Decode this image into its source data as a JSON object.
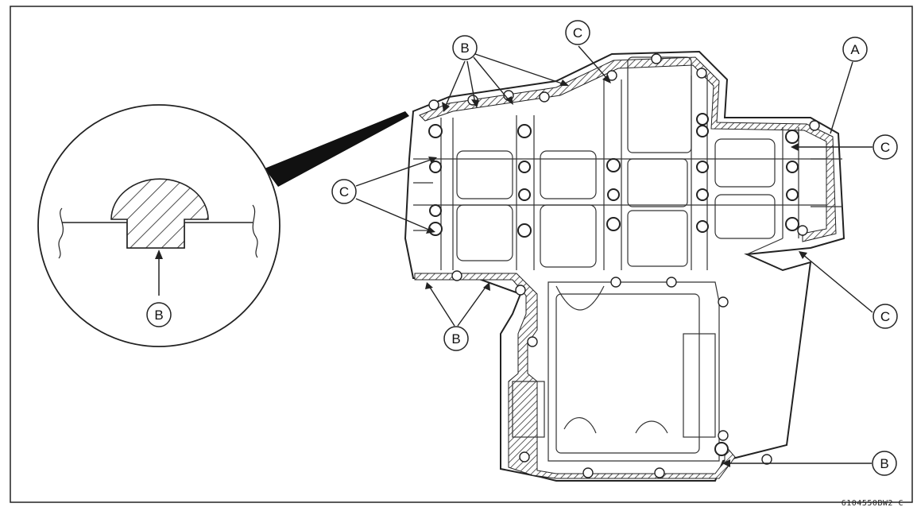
{
  "figure": {
    "code": "6104550BW2 C"
  },
  "callouts": {
    "a": "A",
    "b": "B",
    "c": "C"
  }
}
